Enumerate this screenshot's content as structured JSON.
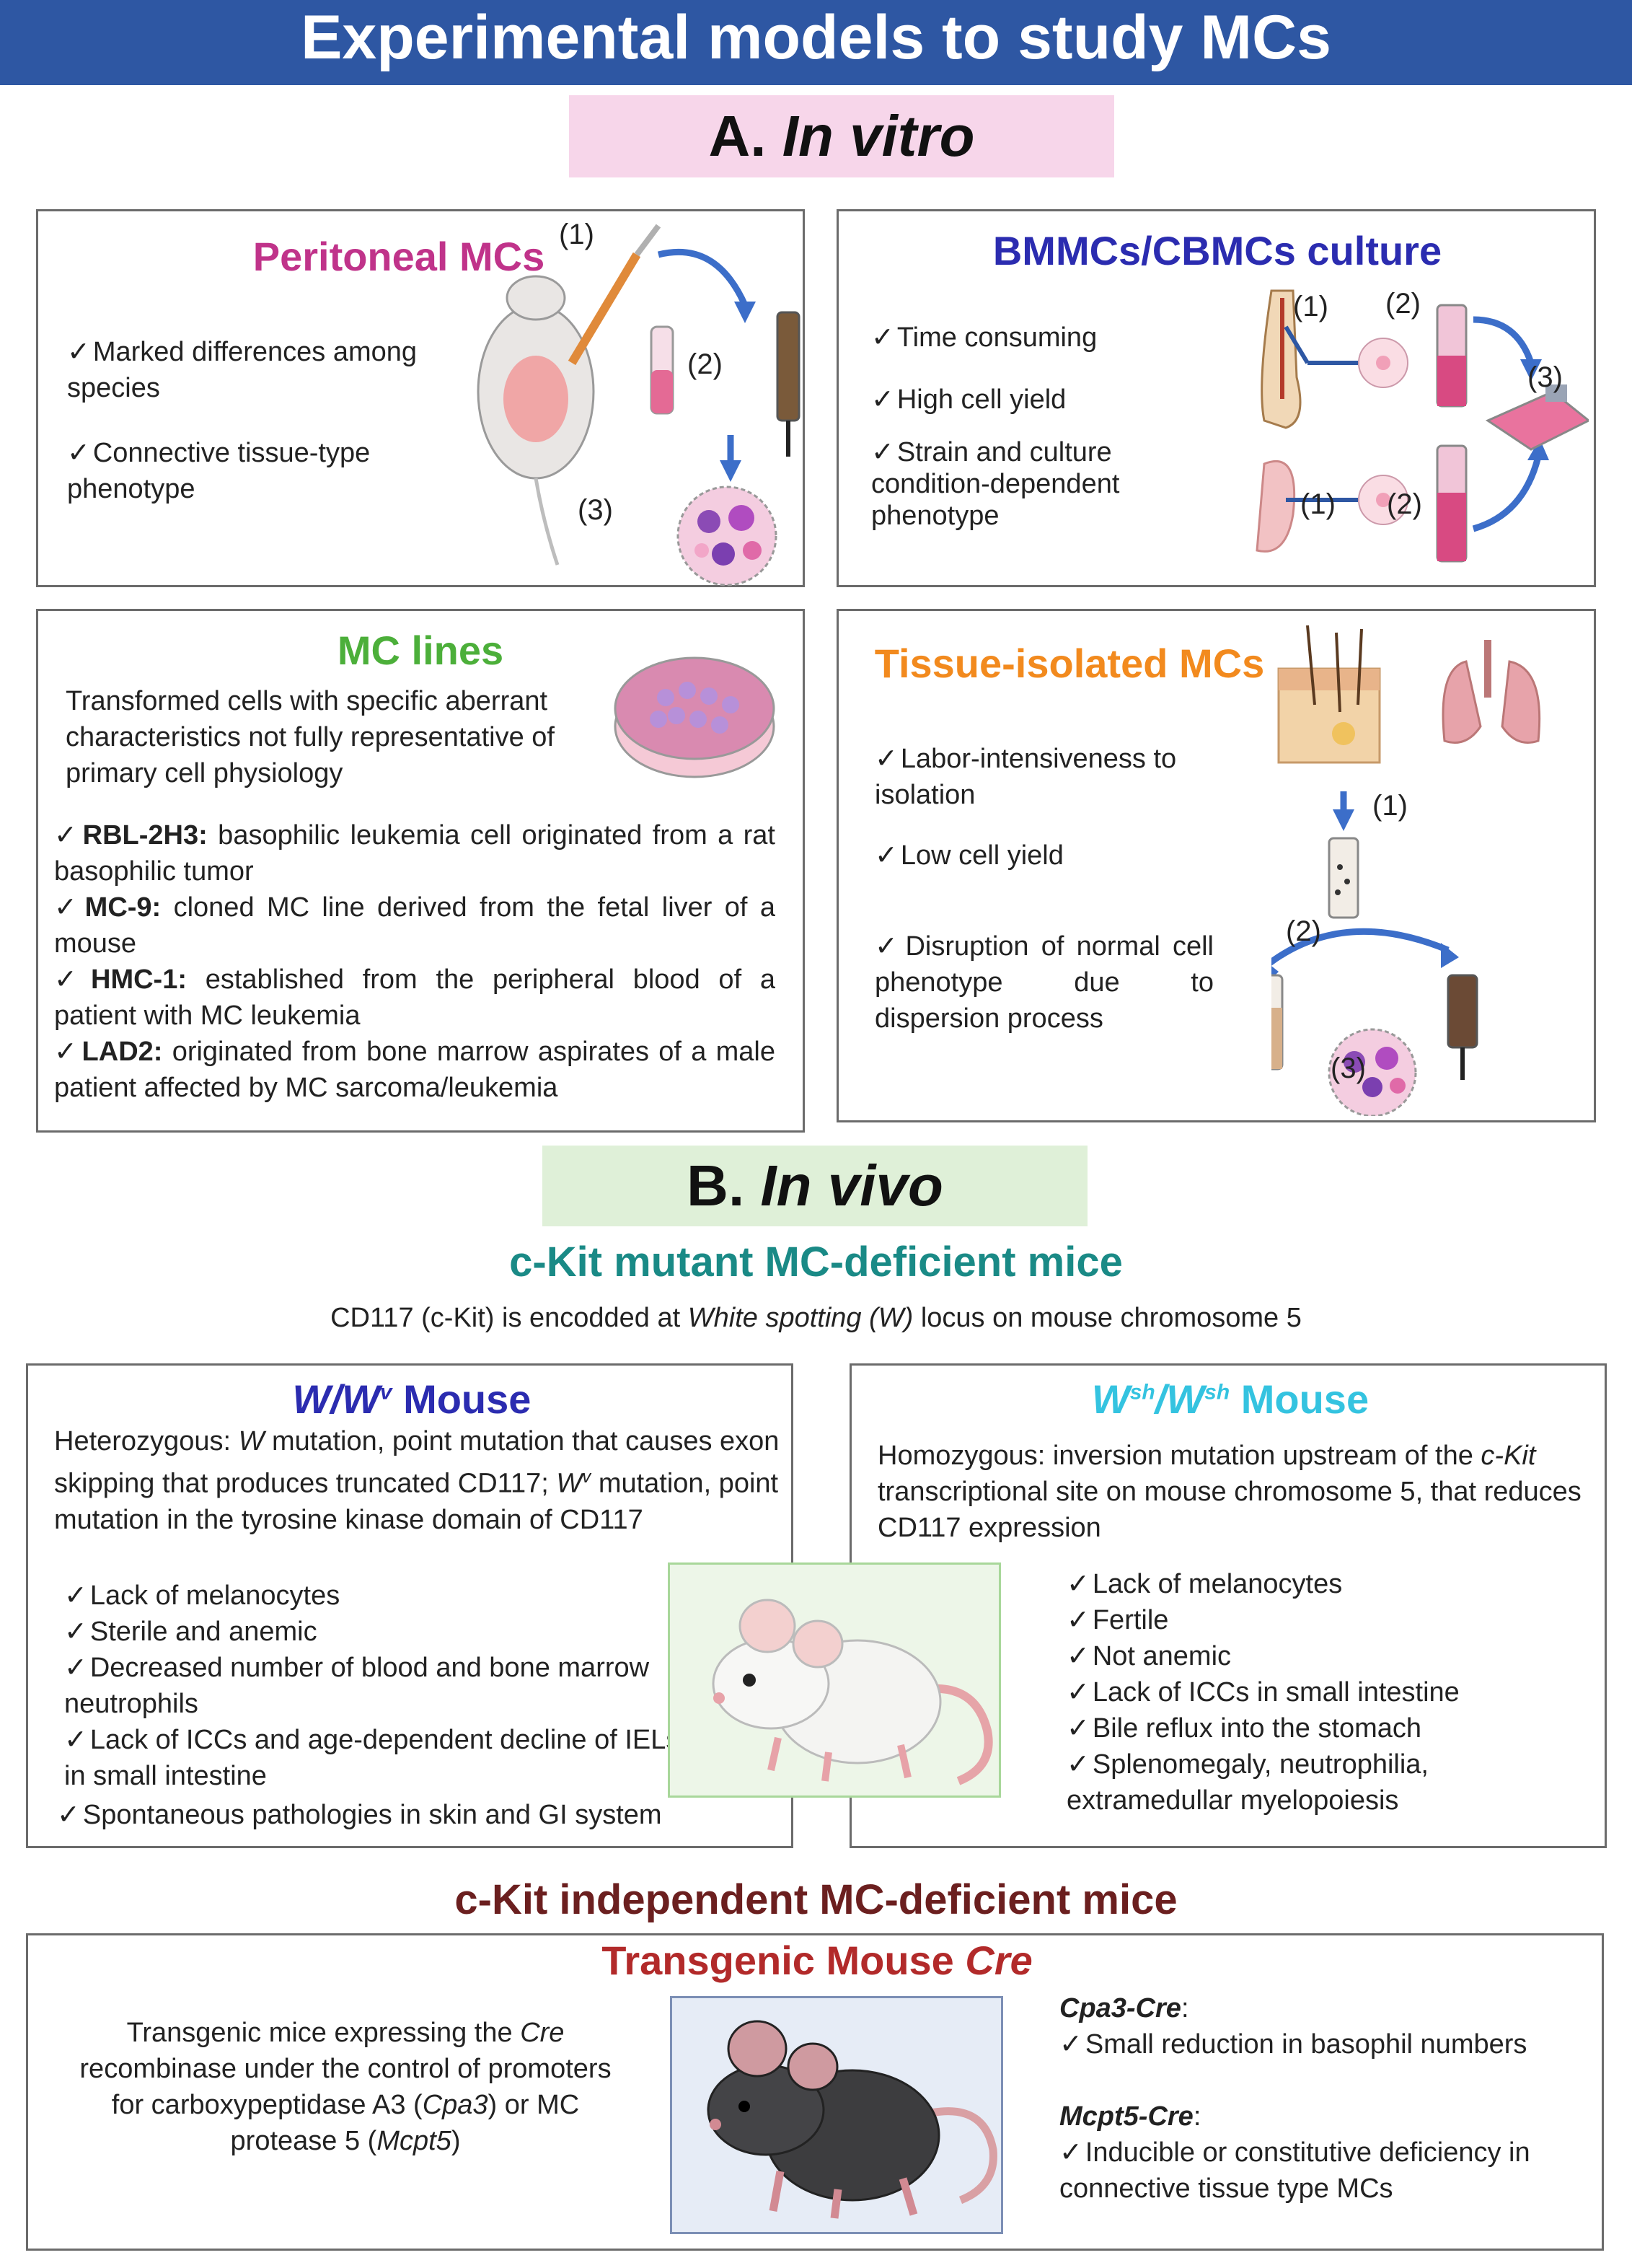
{
  "title": "Experimental models to study MCs",
  "in_vitro": {
    "heading_letter": "A.",
    "heading_italic": "In vitro",
    "peritoneal": {
      "title": "Peritoneal MCs",
      "points": [
        "Marked differences among species",
        "Connective tissue-type phenotype"
      ],
      "steps": [
        "(1)",
        "(2)",
        "(3)"
      ]
    },
    "bmmc": {
      "title": "BMMCs/CBMCs culture",
      "points": [
        "Time consuming",
        "High cell yield",
        "Strain and culture condition-dependent phenotype"
      ],
      "steps": [
        "(1)",
        "(2)",
        "(3)",
        "(1)",
        "(2)"
      ]
    },
    "lines": {
      "title": "MC lines",
      "intro": "Transformed cells with specific aberrant characteristics not fully representative of primary cell physiology",
      "items": [
        {
          "name": "RBL-2H3:",
          "text": " basophilic leukemia cell originated from a rat basophilic tumor"
        },
        {
          "name": "MC-9:",
          "text": " cloned MC line derived from the fetal liver of a mouse"
        },
        {
          "name": "HMC-1:",
          "text": " established from the peripheral blood of a patient with MC leukemia"
        },
        {
          "name": "LAD2:",
          "text": " originated from bone marrow aspirates of a male patient affected by MC sarcoma/leukemia"
        }
      ]
    },
    "tissue": {
      "title": "Tissue-isolated MCs",
      "points": [
        "Labor-intensiveness to isolation",
        "Low cell yield",
        "Disruption of normal cell phenotype due to dispersion process"
      ],
      "steps": [
        "(1)",
        "(2)",
        "(3)"
      ]
    }
  },
  "in_vivo": {
    "heading_letter": "B.",
    "heading_italic": "In vivo",
    "ckit_title": "c-Kit mutant MC-deficient mice",
    "ckit_sub_pre": "CD117 (c-Kit) is encodded at ",
    "ckit_sub_italic": "White spotting (W)",
    "ckit_sub_post": " locus  on mouse chromosome 5",
    "wwv": {
      "title_italic": "W/W",
      "title_sup": "v",
      "title_rest": " Mouse",
      "desc_1": "Heterozygous:  ",
      "desc_w": "W",
      "desc_2": " mutation, point mutation that causes exon skipping that produces truncated CD117; ",
      "desc_wv": "W",
      "desc_wv_sup": "v",
      "desc_3": " mutation, point mutation in the tyrosine kinase domain of CD117",
      "points": [
        "Lack of melanocytes",
        "Sterile and anemic",
        "Decreased number of blood and bone marrow neutrophils",
        "Lack of ICCs and age-dependent decline of IELs in small intestine",
        "Spontaneous pathologies in skin and GI system"
      ]
    },
    "wsh": {
      "title_w1": "W",
      "title_sup1": "sh",
      "title_mid": "/W",
      "title_sup2": "sh",
      "title_rest": " Mouse",
      "desc_1": "Homozygous: inversion mutation upstream of the ",
      "desc_it": "c-Kit",
      "desc_2": " transcriptional site on mouse chromosome 5, that reduces CD117 expression",
      "points": [
        "Lack of melanocytes",
        "Fertile",
        "Not anemic",
        "Lack of ICCs in small intestine",
        "Bile reflux into the stomach",
        "Splenomegaly, neutrophilia, extramedullar myelopoiesis"
      ]
    },
    "independent_title": "c-Kit independent MC-deficient mice",
    "transgenic": {
      "title_pre": "Transgenic Mouse ",
      "title_it": "Cre",
      "desc_1": "Transgenic mice expressing the ",
      "desc_cre": "Cre",
      "desc_2": " recombinase under the control of promoters for carboxypeptidase A3 (",
      "desc_cpa3": "Cpa3",
      "desc_3": ") or MC protease 5 (",
      "desc_mcpt5": "Mcpt5",
      "desc_4": ")",
      "cpa3_label": "Cpa3-Cre",
      "cpa3_point": "Small reduction in basophil numbers",
      "mcpt5_label": "Mcpt5-Cre",
      "mcpt5_point": "Inducible or constitutive deficiency in connective tissue type MCs"
    }
  },
  "colors": {
    "banner": "#2e57a3",
    "peritoneal": "#c0338a",
    "bmmc": "#2b2cb0",
    "lines": "#4caf3a",
    "tissue": "#f28a1e",
    "ckit": "#1a8a86",
    "wwv": "#2b2cb0",
    "wsh": "#34c3e0",
    "independent": "#6b1f1f",
    "transgenic": "#b22a2a"
  }
}
